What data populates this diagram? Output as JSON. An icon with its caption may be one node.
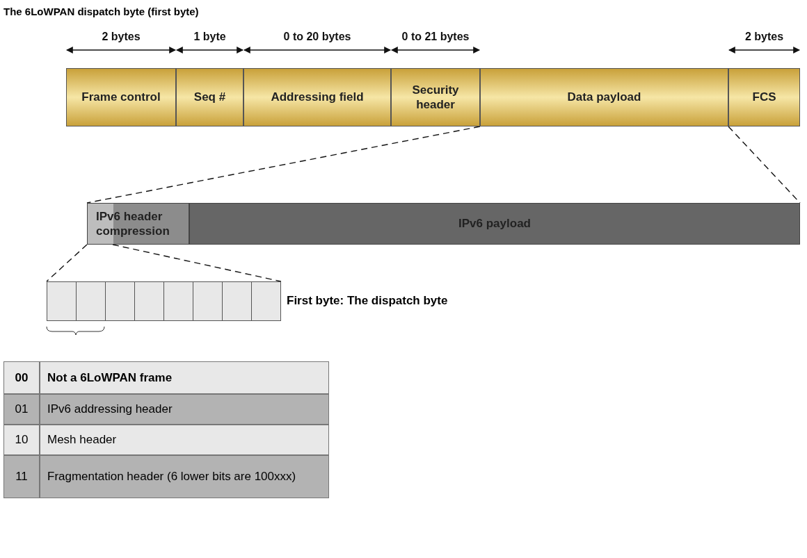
{
  "diagram": {
    "title": "The 6LoWPAN dispatch byte (first byte)",
    "nodes": [
      {
        "text": [
          "Frame control"
        ]
      },
      {
        "text": [
          "Seq #"
        ]
      },
      {
        "text": [
          "Addressing field"
        ]
      },
      {
        "text": [
          "Security header"
        ]
      },
      {
        "text": [
          "Data payload"
        ]
      },
      {
        "text": [
          "FCS"
        ]
      },
      {
        "text": [
          "IPv6 header compression"
        ]
      },
      {
        "text": [
          "IPv6 payload"
        ]
      },
      {
        "text": [],
        "shape": "box",
        "beside": [
          "First byte: The dispatch byte"
        ]
      }
    ],
    "edges": [
      {
        "from": 4,
        "to": 6,
        "arrow": "none",
        "style": "dashed"
      },
      {
        "from": 4,
        "to": 7,
        "arrow": "none",
        "style": "dashed"
      },
      {
        "from": 6,
        "to": 8,
        "arrow": "none",
        "style": "dashed"
      },
      {
        "from": 6,
        "to": 8,
        "arrow": "none",
        "style": "dashed"
      }
    ],
    "labels": [
      "2 bytes",
      "1 byte",
      "0 to 20  bytes",
      "0 to 21 bytes",
      "2 bytes",
      "00",
      "Not a 6LoWPAN frame",
      "01",
      "IPv6 addressing header",
      "10",
      "Mesh header",
      "11",
      "Fragmentation header (6 lower bits are 100xxx)"
    ]
  }
}
